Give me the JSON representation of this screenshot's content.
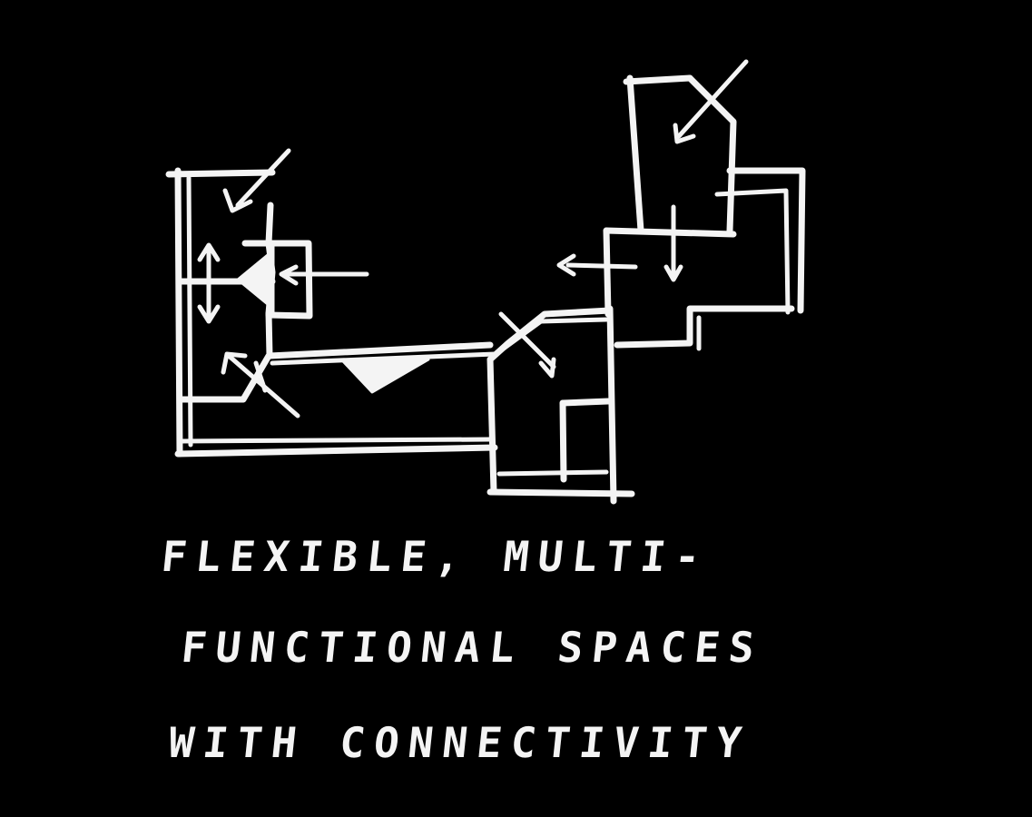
{
  "caption": {
    "line1": "FLEXIBLE, MULTI-",
    "line2": "FUNCTIONAL SPACES",
    "line3": "WITH CONNECTIVITY"
  },
  "colors": {
    "background": "#000000",
    "ink": "#f4f4f4"
  },
  "icons": [
    "arrow-icon",
    "double-arrow-icon"
  ]
}
